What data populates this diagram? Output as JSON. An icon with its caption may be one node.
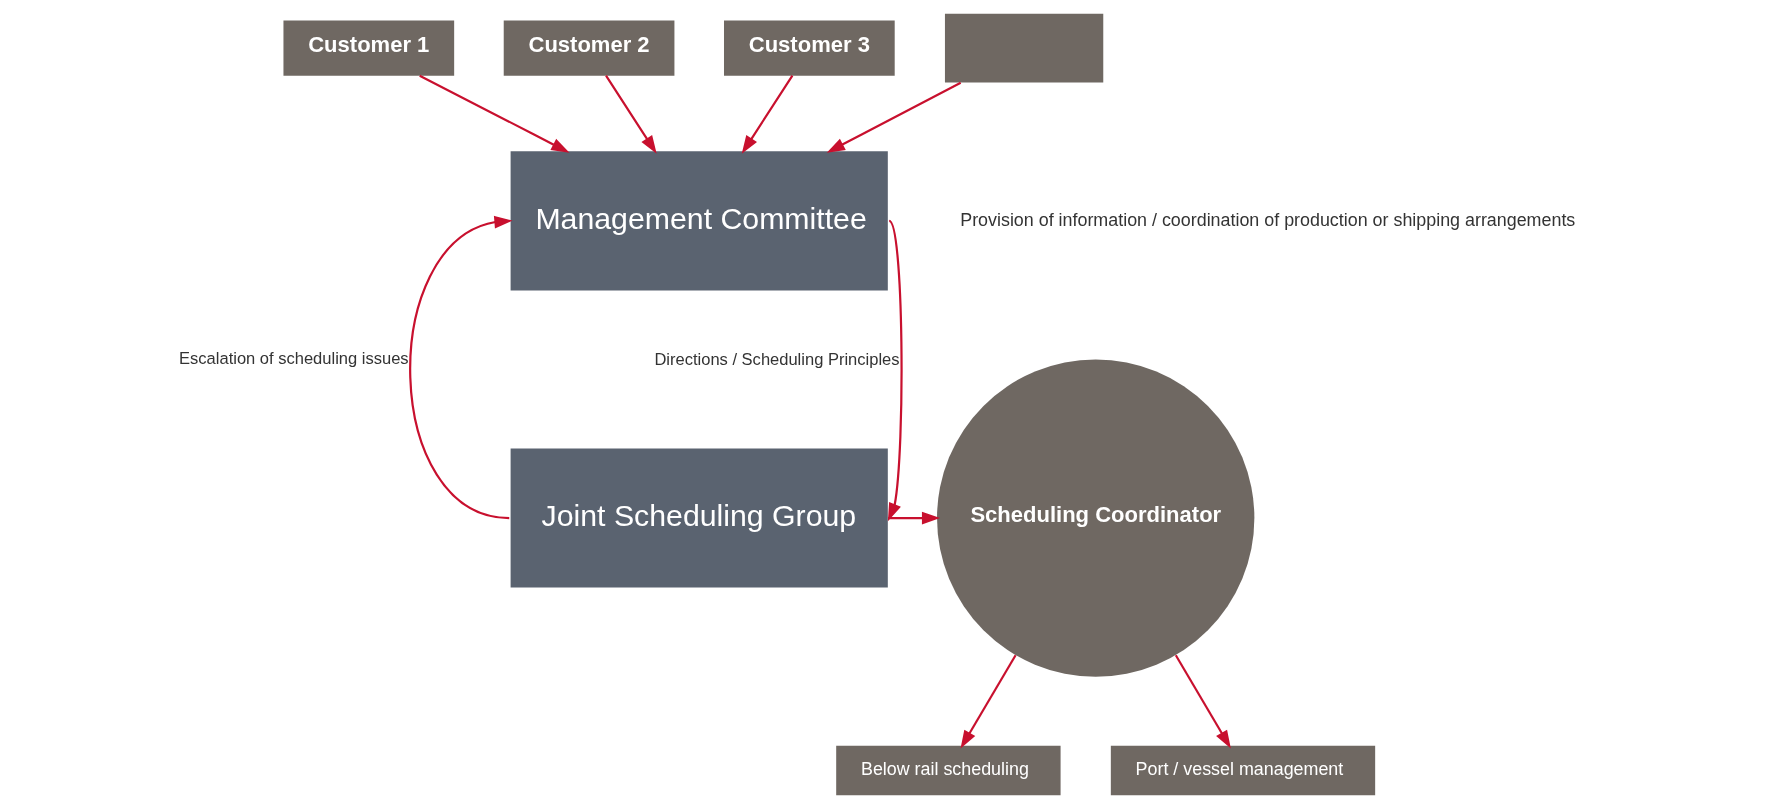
{
  "diagram": {
    "nodes": [
      {
        "text": [
          "Customer 1"
        ]
      },
      {
        "text": [
          "Customer 2"
        ]
      },
      {
        "text": [
          "Customer 3"
        ]
      },
      {
        "text": [],
        "shape": "box"
      },
      {
        "text": [
          "Management Committee"
        ]
      },
      {
        "text": [
          "Joint Scheduling Group"
        ]
      },
      {
        "text": [
          "Scheduling Coordinator"
        ]
      },
      {
        "text": [
          "Below rail scheduling"
        ]
      },
      {
        "text": [
          "Port / vessel management"
        ]
      }
    ],
    "edges": [
      {
        "from": 0,
        "to": 4,
        "arrow": "to"
      },
      {
        "from": 1,
        "to": 4,
        "arrow": "to"
      },
      {
        "from": 2,
        "to": 4,
        "arrow": "to"
      },
      {
        "from": 3,
        "to": 4,
        "arrow": "to"
      },
      {
        "from": 4,
        "to": 5,
        "arrow": "to",
        "label": "Directions / Scheduling Principles"
      },
      {
        "from": 5,
        "to": 4,
        "arrow": "to",
        "label": "Escalation of scheduling issues"
      },
      {
        "from": 5,
        "to": 6,
        "arrow": "to"
      },
      {
        "from": 6,
        "to": 7,
        "arrow": "to"
      },
      {
        "from": 6,
        "to": 8,
        "arrow": "to"
      }
    ],
    "labels": [
      "Provision of information / coordination of production or shipping arrangements"
    ]
  }
}
